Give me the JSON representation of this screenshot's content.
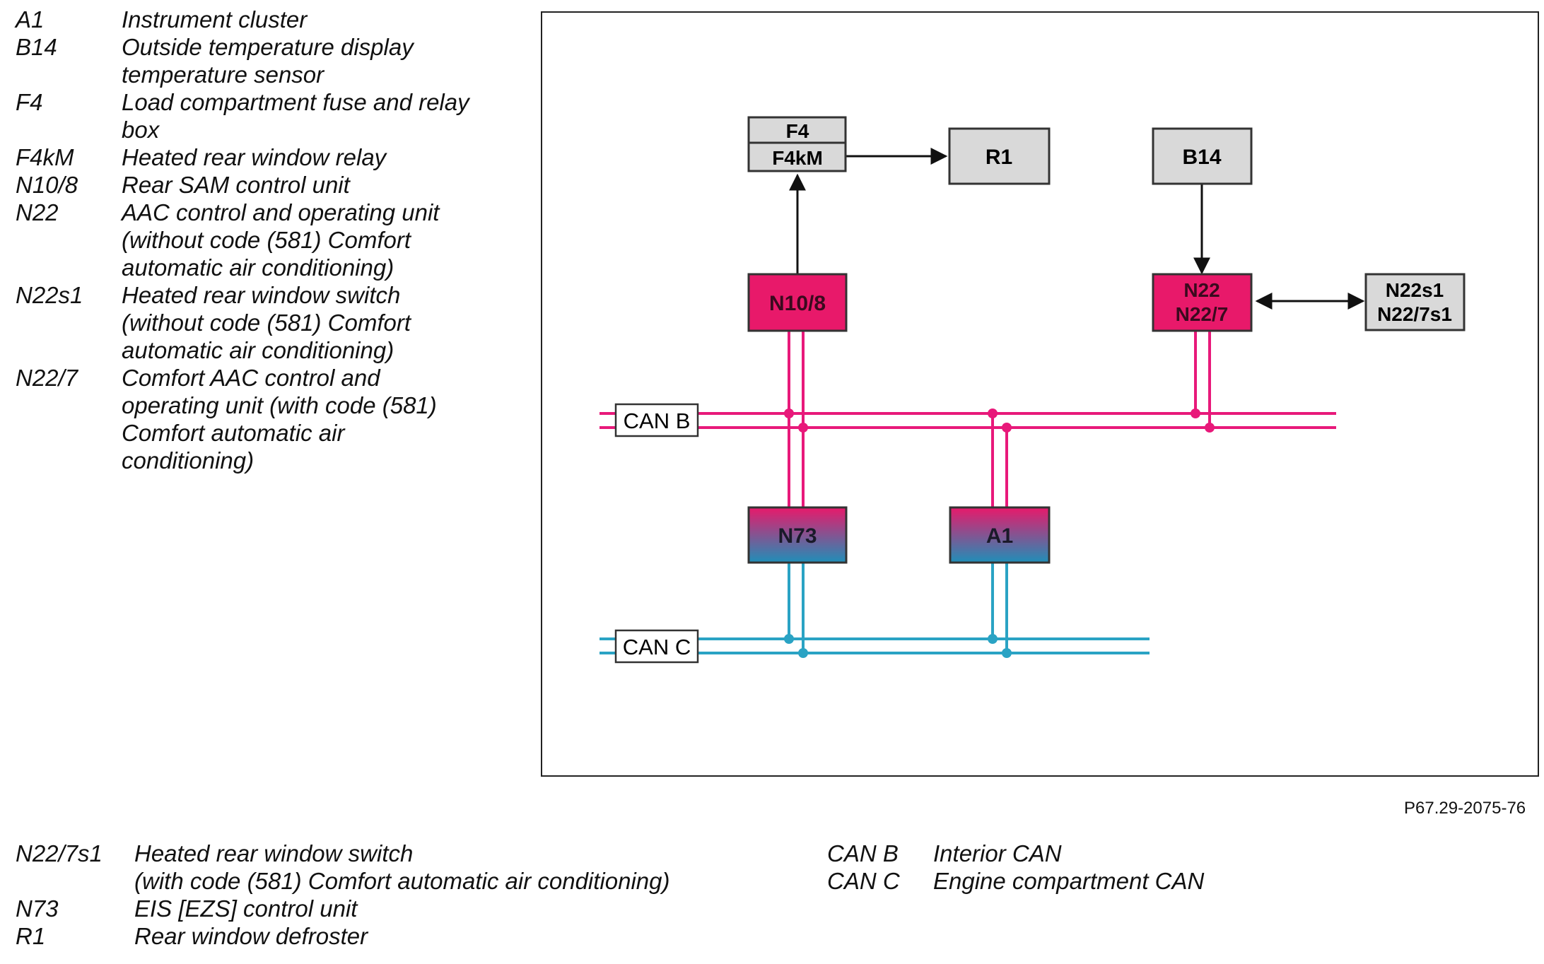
{
  "legend_top": [
    {
      "code": "A1",
      "desc": [
        "Instrument cluster"
      ]
    },
    {
      "code": "B14",
      "desc": [
        "Outside temperature display",
        "temperature sensor"
      ]
    },
    {
      "code": "F4",
      "desc": [
        "Load compartment fuse and relay",
        "box"
      ]
    },
    {
      "code": "F4kM",
      "desc": [
        "Heated rear window relay"
      ]
    },
    {
      "code": "N10/8",
      "desc": [
        "Rear SAM control unit"
      ]
    },
    {
      "code": "N22",
      "desc": [
        "AAC control and operating unit",
        "(without code (581) Comfort",
        "automatic air conditioning)"
      ]
    },
    {
      "code": "N22s1",
      "desc": [
        "Heated rear window switch",
        "(without code (581) Comfort",
        "automatic air conditioning)"
      ]
    },
    {
      "code": "N22/7",
      "desc": [
        "Comfort AAC control and",
        "operating unit (with code (581)",
        "Comfort automatic air",
        "conditioning)"
      ]
    }
  ],
  "legend_bottom": [
    {
      "code": "N22/7s1",
      "desc": [
        "Heated rear window switch",
        "(with code (581) Comfort automatic air conditioning)"
      ]
    },
    {
      "code": "N73",
      "desc": [
        "EIS [EZS] control unit"
      ]
    },
    {
      "code": "R1",
      "desc": [
        "Rear window defroster"
      ]
    }
  ],
  "legend_can": [
    {
      "code": "CAN B",
      "desc": [
        "Interior CAN"
      ]
    },
    {
      "code": "CAN C",
      "desc": [
        "Engine compartment CAN"
      ]
    }
  ],
  "diagram": {
    "boxes": {
      "f4": "F4",
      "f4km": "F4kM",
      "r1": "R1",
      "b14": "B14",
      "n10_8": "N10/8",
      "n22_line1": "N22",
      "n22_line2": "N22/7",
      "n22s1_line1": "N22s1",
      "n22s1_line2": "N22/7s1",
      "n73": "N73",
      "a1": "A1"
    },
    "bus_labels": {
      "can_b": "CAN B",
      "can_c": "CAN C"
    },
    "colors": {
      "can_b": "#e8197a",
      "can_c": "#2aa3c4",
      "module_pink": "#e8196a",
      "module_gray": "#d9d9d9",
      "gradient_top": "#e8196a",
      "gradient_bottom": "#1f8fb8"
    }
  },
  "figure_ref": "P67.29-2075-76"
}
